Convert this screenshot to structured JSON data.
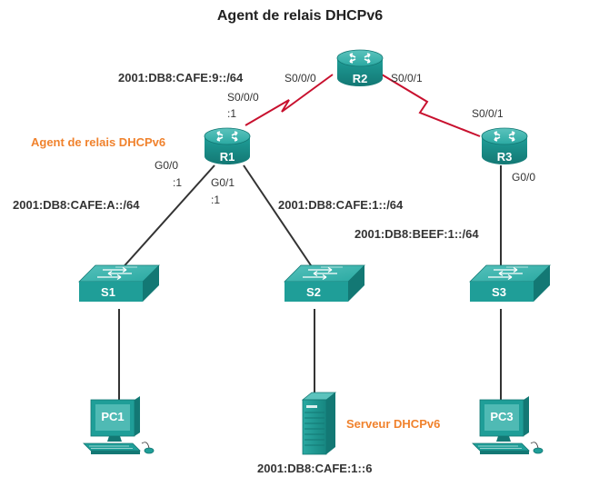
{
  "title": "Agent de relais DHCPv6",
  "colors": {
    "device": "#1f9e98",
    "device_dark": "#137874",
    "device_light": "#5cc3bd",
    "serial_link": "#c8102e",
    "ethernet_link": "#333333",
    "accent": "#f0822d"
  },
  "devices": {
    "r1": {
      "name": "R1",
      "icon": "router-icon",
      "role_label": "Agent de relais DHCPv6"
    },
    "r2": {
      "name": "R2",
      "icon": "router-icon"
    },
    "r3": {
      "name": "R3",
      "icon": "router-icon"
    },
    "s1": {
      "name": "S1",
      "icon": "switch-icon"
    },
    "s2": {
      "name": "S2",
      "icon": "switch-icon"
    },
    "s3": {
      "name": "S3",
      "icon": "switch-icon"
    },
    "pc1": {
      "name": "PC1",
      "icon": "pc-icon"
    },
    "pc3": {
      "name": "PC3",
      "icon": "pc-icon"
    },
    "server": {
      "icon": "server-icon",
      "role_label": "Serveur DHCPv6",
      "address": "2001:DB8:CAFE:1::6"
    }
  },
  "networks": {
    "r1_r2": "2001:DB8:CAFE:9::/64",
    "r1_s1": "2001:DB8:CAFE:A::/64",
    "r1_s2": "2001:DB8:CAFE:1::/64",
    "r3_s3": "2001:DB8:BEEF:1::/64"
  },
  "interfaces": {
    "r2_s000": "S0/0/0",
    "r2_s001": "S0/0/1",
    "r1_s000": "S0/0/0",
    "r1_s000_host": ":1",
    "r1_g00": "G0/0",
    "r1_g00_host": ":1",
    "r1_g01": "G0/1",
    "r1_g01_host": ":1",
    "r3_s001": "S0/0/1",
    "r3_g00": "G0/0"
  }
}
